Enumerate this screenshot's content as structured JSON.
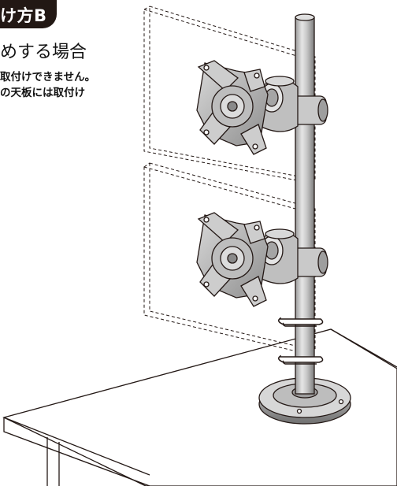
{
  "header": {
    "badge_label": "け方B",
    "heading": "めする場合",
    "notes": [
      "取付けできません。",
      "の天板には取付け"
    ]
  },
  "colors": {
    "ink": "#221814",
    "line": "#231815",
    "metal_light": "#e8e8e8",
    "metal_mid": "#b5b5b5",
    "metal_dark": "#7a7a7a"
  },
  "illustration": {
    "subject": "dual-monitor-pole-mount",
    "parts": [
      "monitor-outline-upper",
      "monitor-outline-lower",
      "vesa-plate-upper",
      "vesa-plate-lower",
      "arm-joint-upper",
      "arm-joint-lower",
      "pole",
      "cable-clips",
      "base",
      "desk"
    ]
  }
}
